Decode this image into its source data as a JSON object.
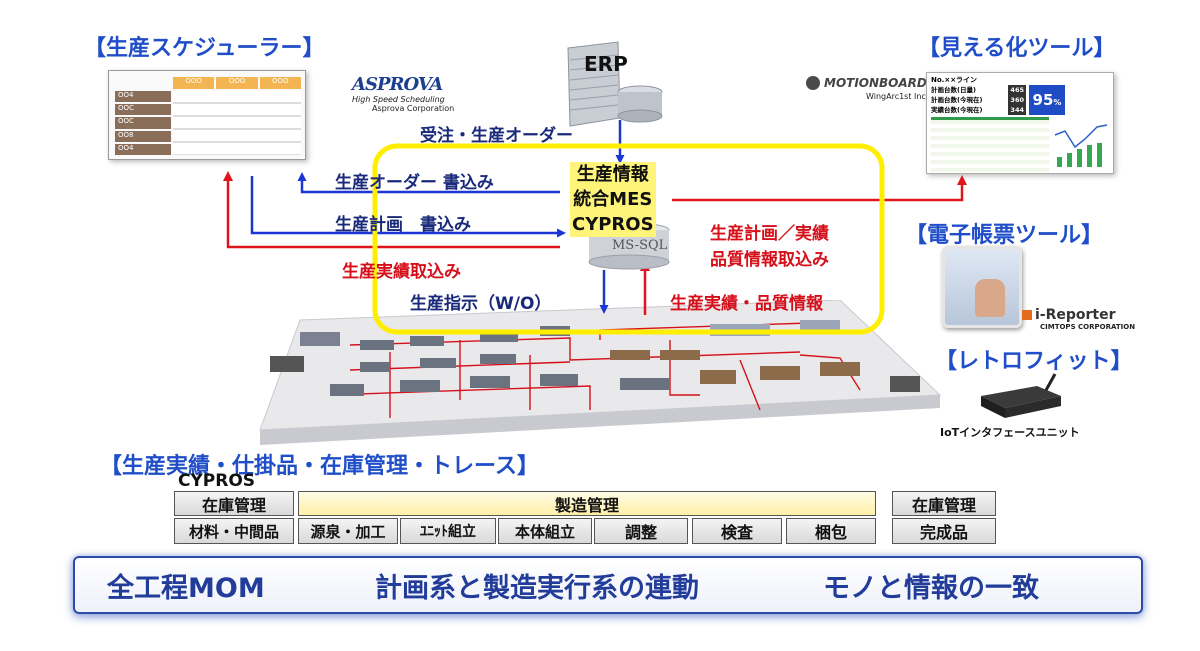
{
  "headings": {
    "scheduler": "【生産スケジューラー】",
    "visualization": "【見える化ツール】",
    "eform": "【電子帳票ツール】",
    "retrofit": "【レトロフィット】",
    "trace": "【生産実績・仕掛品・在庫管理・トレース】"
  },
  "erp": {
    "label": "ERP"
  },
  "asprova": {
    "logo": "ASPROVA",
    "tagline": "High Speed Scheduling",
    "company": "Asprova Corporation",
    "table_header": [
      "OOO",
      "OOO",
      "OOO"
    ],
    "rows": [
      "OO4",
      "OOC",
      "OOC",
      "OO8",
      "OO4"
    ]
  },
  "motionboard": {
    "logo": "MOTIONBOARD",
    "company": "WingArc1st Inc.",
    "dash_title": "No.××ライン",
    "stats": [
      "計画台数(日量)",
      "計画台数(今現在)",
      "実績台数(今現在)"
    ],
    "stat_values": [
      "465",
      "360",
      "344"
    ],
    "rate": "95",
    "rate_unit": "%"
  },
  "ireporter": {
    "logo": "i-Reporter",
    "company": "CIMTOPS CORPORATION"
  },
  "iot": {
    "label": "IoTインタフェースユニット"
  },
  "mes": {
    "line1": "生産情報",
    "line2": "統合MES",
    "line3": "CYPROS",
    "db": "MS-SQL"
  },
  "flows": {
    "order": "受注・生産オーダー",
    "order_write": "生産オーダー 書込み",
    "plan_write": "生産計画　書込み",
    "result_read": "生産実績取込み",
    "plan_result_1": "生産計画／実績",
    "plan_result_2": "品質情報取込み",
    "instruction": "生産指示（W/O）",
    "result_quality": "生産実績・品質情報"
  },
  "table": {
    "cypros": "CYPROS",
    "inventory_left": "在庫管理",
    "manufacturing": "製造管理",
    "inventory_right": "在庫管理",
    "cells": [
      "材料・中間品",
      "源泉・加工",
      "ﾕﾆｯﾄ組立",
      "本体組立",
      "調整",
      "検査",
      "梱包",
      "完成品"
    ]
  },
  "banner": {
    "item1": "全工程MOM",
    "item2": "計画系と製造実行系の連動",
    "item3": "モノと情報の一致"
  },
  "colors": {
    "blue_arrow": "#1a36d6",
    "red_arrow": "#e0141c",
    "highlight": "#ffee00",
    "heading": "#1f4ec8"
  }
}
